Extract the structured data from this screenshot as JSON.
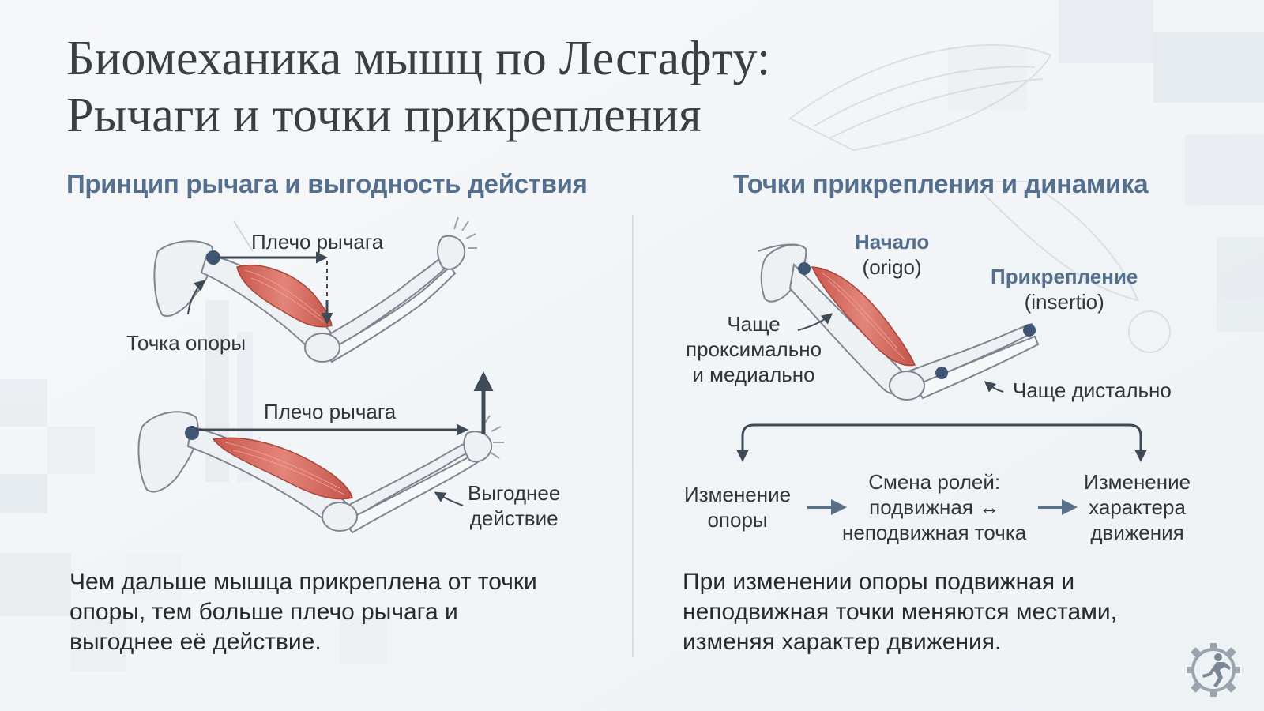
{
  "title": {
    "line1": "Биомеханика мышц по Лесгафту:",
    "line2": "Рычаги и точки прикрепления"
  },
  "left_section": {
    "heading": "Принцип рычага и выгодность действия",
    "top_arm_label": "Плечо рычага",
    "fulcrum_label": "Точка опоры",
    "bottom_arm_label": "Плечо рычага",
    "advantage_label": {
      "line1": "Выгоднее",
      "line2": "действие"
    },
    "caption": {
      "line1": "Чем дальше мышца прикреплена от точки",
      "line2": "опоры, тем больше плечо рычага и",
      "line3": "выгоднее её действие."
    }
  },
  "right_section": {
    "heading": "Точки прикрепления и динамика",
    "origin_label": {
      "line1": "Начало",
      "line2": "(origo)"
    },
    "insertion_label": {
      "line1": "Прикрепление",
      "line2": "(insertio)"
    },
    "proximal_label": {
      "line1": "Чаще",
      "line2": "проксимально",
      "line3": "и медиально"
    },
    "distal_label": "Чаще дистально",
    "flow": [
      {
        "line1": "Изменение",
        "line2": "опоры"
      },
      {
        "line1": "Смена ролей:",
        "line2": "подвижная ↔",
        "line3": "неподвижная точка"
      },
      {
        "line1": "Изменение",
        "line2": "характера",
        "line3": "движения"
      }
    ],
    "caption": {
      "line1": "При изменении опоры подвижная и",
      "line2": "неподвижная точки меняются местами,",
      "line3": "изменяя характер движения."
    }
  },
  "colors": {
    "heading_blue": "#55708f",
    "muscle_red": "#d9675a",
    "bone": "#eef1f4",
    "bone_outline": "#7d8590",
    "joint_dot": "#3f5573",
    "arrow": "#3f4a57"
  },
  "icons": {
    "logo": "runner-gear-icon"
  }
}
